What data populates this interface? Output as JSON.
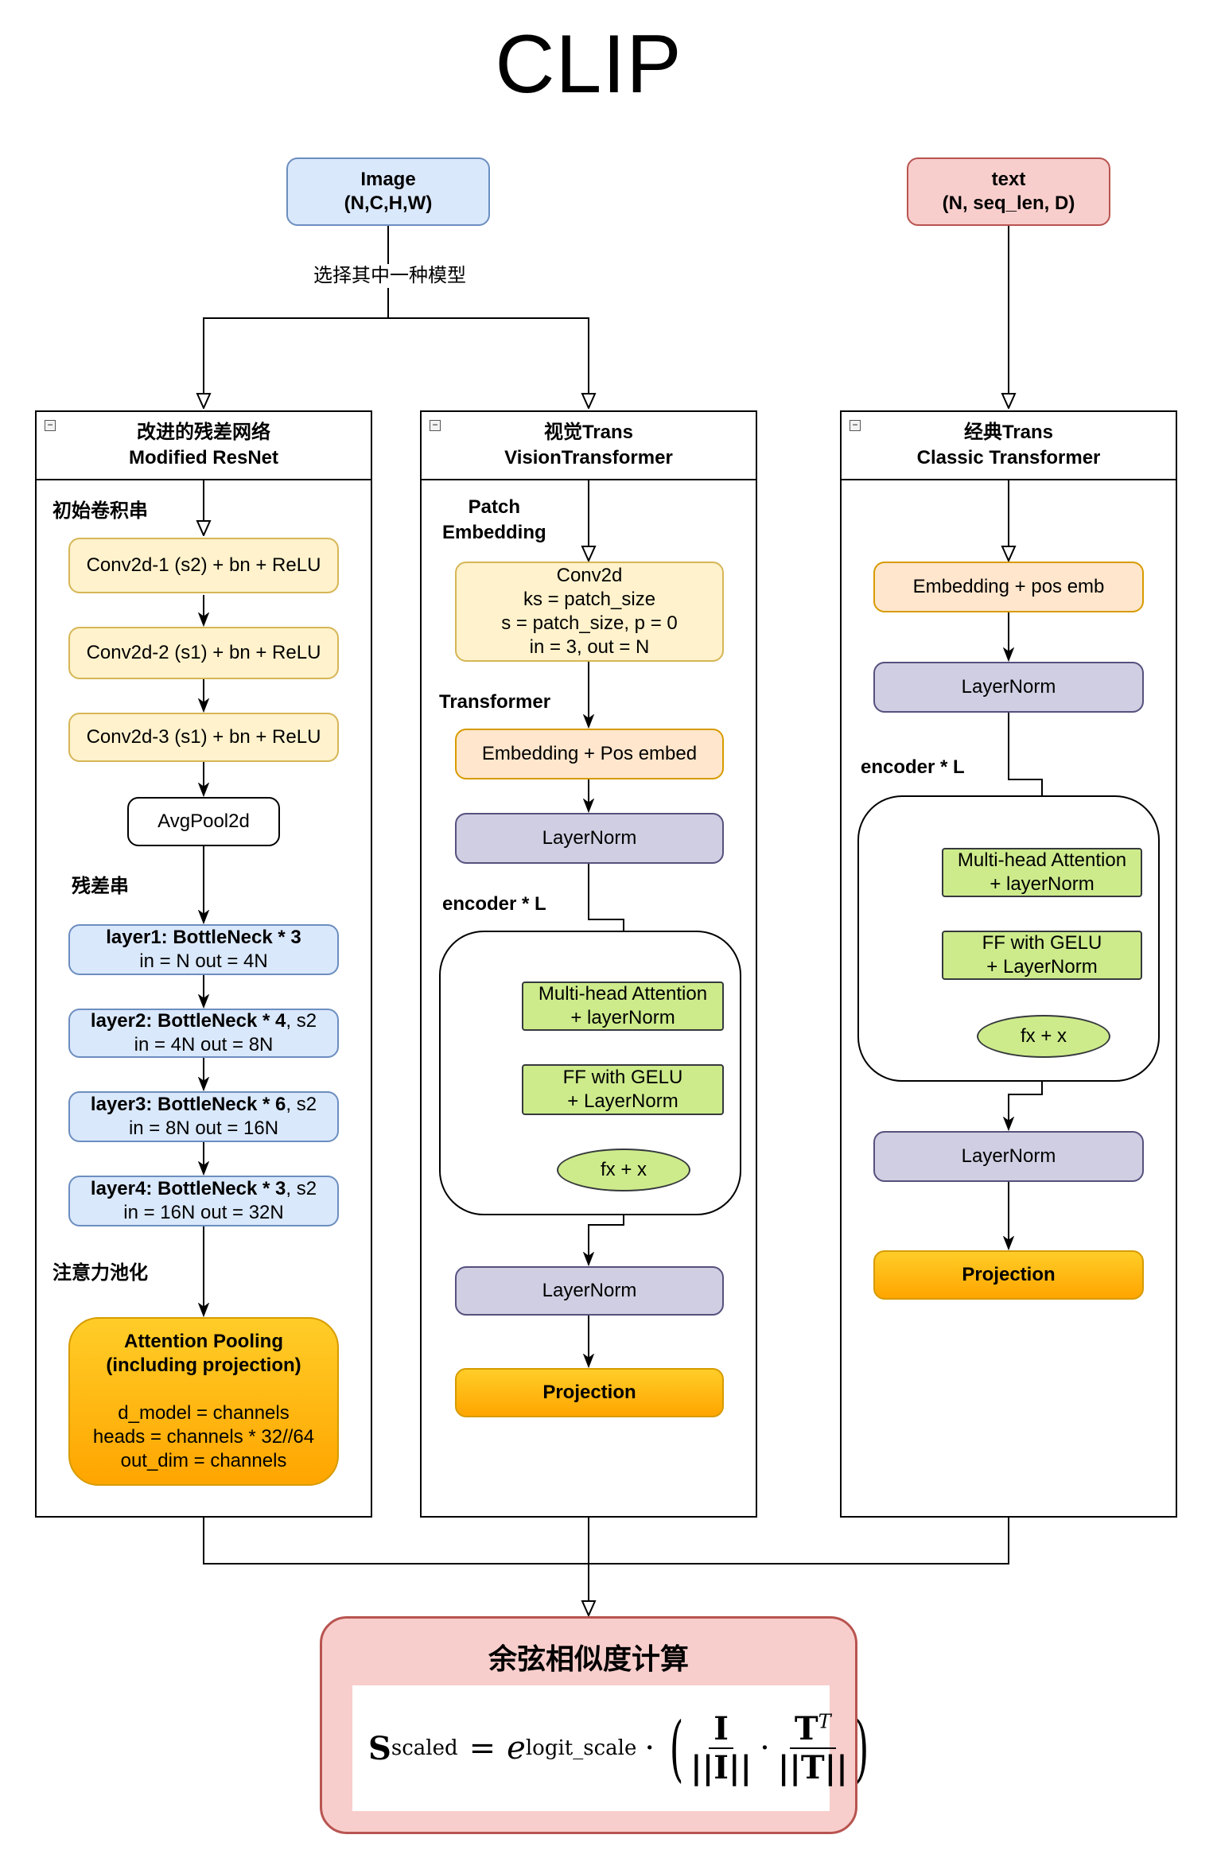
{
  "title": "CLIP",
  "inputs": {
    "image": {
      "line1": "Image",
      "line2": "(N,C,H,W)"
    },
    "text": {
      "line1": "text",
      "line2": "(N, seq_len, D)"
    },
    "choose_label": "选择其中一种模型"
  },
  "resnet": {
    "title_cn": "改进的残差网络",
    "title_en": "Modified ResNet",
    "section_conv": "初始卷积串",
    "section_res": "残差串",
    "section_attn": "注意力池化",
    "conv_blocks": [
      "Conv2d-1 (s2) + bn + ReLU",
      "Conv2d-2 (s1) + bn + ReLU",
      "Conv2d-3 (s1) + bn + ReLU"
    ],
    "avgpool": "AvgPool2d",
    "layers": [
      {
        "name": "layer1: BottleNeck * 3",
        "io": "in = N out = 4N"
      },
      {
        "name": "layer2: BottleNeck * 4",
        "stride": ", s2",
        "io": "in = 4N out = 8N"
      },
      {
        "name": "layer3: BottleNeck * 6",
        "stride": ", s2",
        "io": "in = 8N out = 16N"
      },
      {
        "name": "layer4: BottleNeck * 3",
        "stride": ", s2",
        "io": "in = 16N out = 32N"
      }
    ],
    "attn_pool": {
      "line1": "Attention Pooling",
      "line2": "(including projection)",
      "line3": "d_model = channels",
      "line4": "heads = channels * 32//64",
      "line5": "out_dim = channels"
    }
  },
  "vit": {
    "title_cn": "视觉Trans",
    "title_en": "VisionTransformer",
    "section_patch_1": "Patch",
    "section_patch_2": "Embedding",
    "section_transformer": "Transformer",
    "section_encoder": "encoder * L",
    "conv": {
      "line1": "Conv2d",
      "line2": "ks = patch_size",
      "line3": "s = patch_size, p = 0",
      "line4": "in = 3, out = N"
    },
    "embed": "Embedding + Pos embed",
    "layernorm_pre": "LayerNorm",
    "mha": {
      "line1": "Multi-head Attention",
      "line2": "+ layerNorm"
    },
    "ff": {
      "line1": "FF with GELU",
      "line2": "+ LayerNorm"
    },
    "residual": "fx + x",
    "layernorm_post": "LayerNorm",
    "projection": "Projection"
  },
  "text_tf": {
    "title_cn": "经典Trans",
    "title_en": "Classic Transformer",
    "section_encoder": "encoder * L",
    "embed": "Embedding + pos emb",
    "layernorm_pre": "LayerNorm",
    "mha": {
      "line1": "Multi-head Attention",
      "line2": "+ layerNorm"
    },
    "ff": {
      "line1": "FF with GELU",
      "line2": "+ LayerNorm"
    },
    "residual": "fx + x",
    "layernorm_post": "LayerNorm",
    "projection": "Projection"
  },
  "similarity": {
    "title": "余弦相似度计算",
    "formula": {
      "s": "S",
      "s_sub": "scaled",
      "eq": "=",
      "e": "e",
      "e_sup": "logit_scale",
      "dot": "·",
      "i_num": "I",
      "i_den": "||I||",
      "t_num": "T",
      "t_sup": "T",
      "t_den": "||T||"
    }
  }
}
